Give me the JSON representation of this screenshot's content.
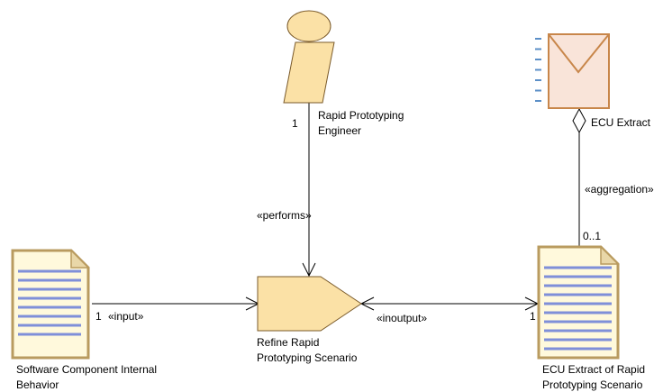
{
  "colors": {
    "activity_fill": "#fbe1a6",
    "activity_stroke": "#7a5a2a",
    "artifact_fill": "#fff9dc",
    "artifact_stroke": "#b99b5f",
    "artifact_line": "#7f8fd9",
    "envelope_fill": "#f9e4d9",
    "envelope_stroke": "#c8864a",
    "envelope_dash": "#5b8fc7",
    "line": "#000000"
  },
  "nodes": {
    "role": {
      "name_line1": "Rapid Prototyping",
      "name_line2": "Engineer",
      "icon": "person-role-icon"
    },
    "task": {
      "name_line1": "Refine Rapid",
      "name_line2": "Prototyping Scenario",
      "icon": "task-pentagon-icon"
    },
    "input_artifact": {
      "name_line1": "Software Component Internal",
      "name_line2": "Behavior",
      "icon": "document-icon"
    },
    "output_artifact": {
      "name_line1": "ECU Extract of Rapid",
      "name_line2": "Prototyping Scenario",
      "icon": "document-icon"
    },
    "ecu_extract": {
      "name": "ECU Extract",
      "icon": "envelope-icon"
    }
  },
  "edges": {
    "performs": {
      "stereotype": "«performs»",
      "multiplicity": "1"
    },
    "input": {
      "stereotype": "«input»",
      "multiplicity": "1"
    },
    "inoutput": {
      "stereotype": "«inoutput»",
      "multiplicity": "1"
    },
    "aggregation": {
      "stereotype": "«aggregation»",
      "multiplicity": "0..1"
    }
  }
}
